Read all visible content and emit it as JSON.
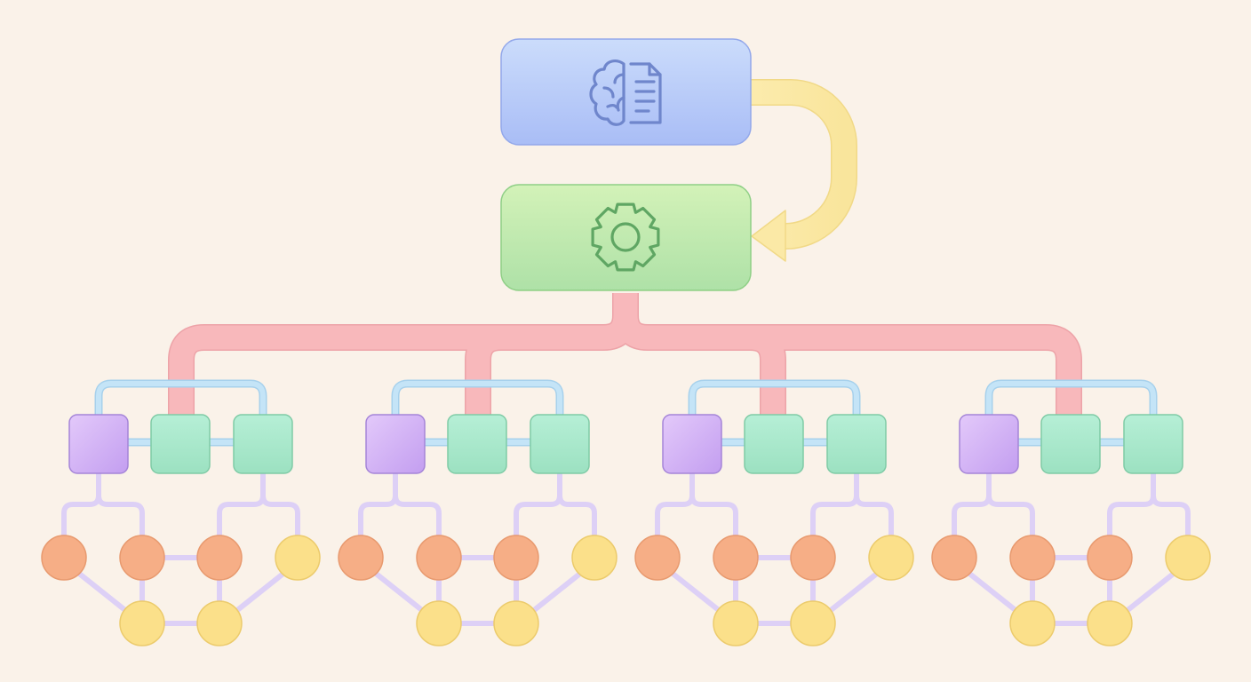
{
  "diagram": {
    "top_box_icon": "brain-document-icon",
    "middle_box_icon": "gear-icon",
    "feedback_arrow": "curved-arrow-left-icon",
    "groups": [
      {
        "left_node": "purple",
        "row_nodes": [
          "orange",
          "orange",
          "orange",
          "yellow"
        ],
        "bottom_nodes": [
          "yellow",
          "yellow"
        ]
      },
      {
        "left_node": "purple",
        "row_nodes": [
          "orange",
          "orange",
          "orange",
          "yellow"
        ],
        "bottom_nodes": [
          "yellow",
          "yellow"
        ]
      },
      {
        "left_node": "purple",
        "row_nodes": [
          "orange",
          "orange",
          "orange",
          "yellow"
        ],
        "bottom_nodes": [
          "yellow",
          "yellow"
        ]
      },
      {
        "left_node": "purple",
        "row_nodes": [
          "orange",
          "orange",
          "orange",
          "yellow"
        ],
        "bottom_nodes": [
          "yellow",
          "yellow"
        ]
      }
    ]
  },
  "colors": {
    "background": "#faf2e9",
    "top_box": "#abc0f8",
    "middle_box": "#b6e6a8",
    "pink_connector": "#f7b6ba",
    "blue_connector": "#b7dcf3",
    "lavender_connector": "#dccff5",
    "yellow_arrow": "#fae9a5",
    "purple_node": "#d2b1f4",
    "green_node": "#a8e8cc",
    "orange_node": "#f6ad85",
    "yellow_node": "#fbdf85"
  }
}
